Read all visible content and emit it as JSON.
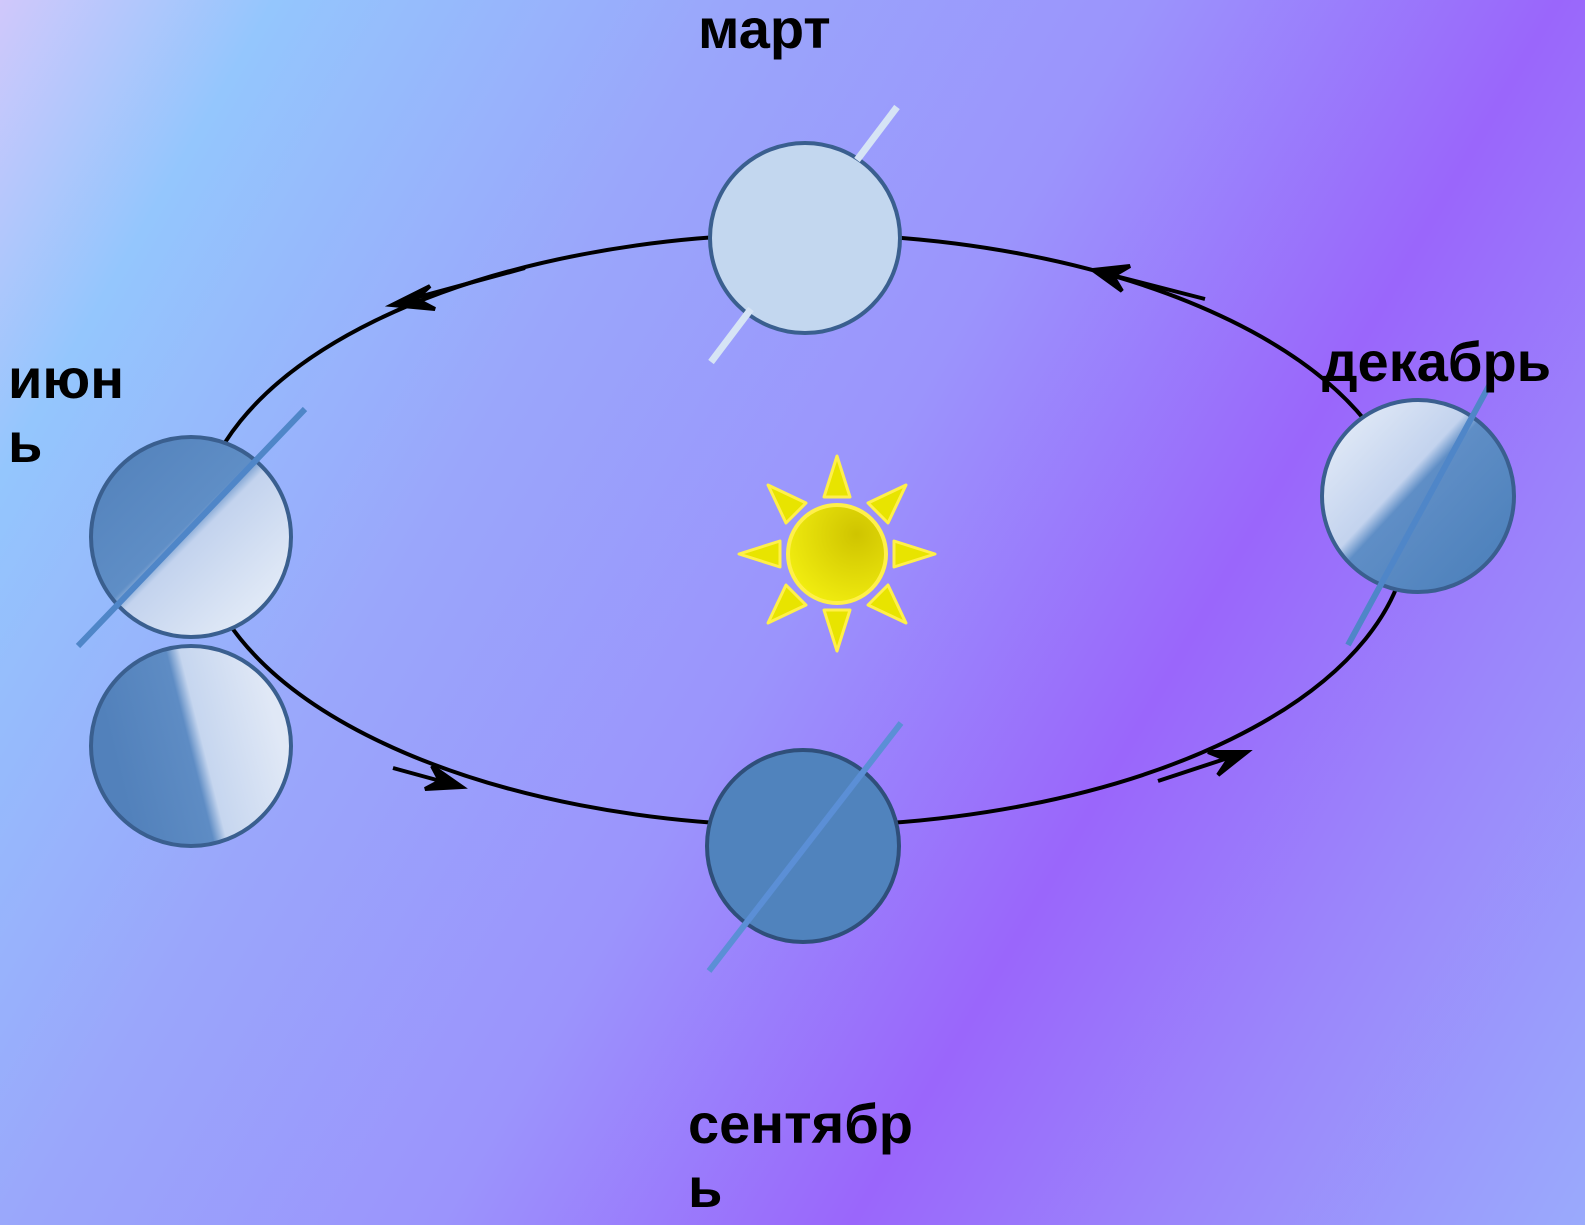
{
  "labels": {
    "march": "март",
    "june_line1": "июн",
    "june_line2": "ь",
    "december": "декабрь",
    "september_line1": "сентябр",
    "september_line2": "ь"
  },
  "colors": {
    "orbit": "#000000",
    "planet_light": "#c3d7ef",
    "planet_dark": "#5083bd",
    "planet_outline": "#3a5f8f",
    "axis_light": "#d6e4f5",
    "axis_dark": "#5b8fd6",
    "sun_fill": "#e6e000",
    "sun_outline": "#fff04a"
  }
}
